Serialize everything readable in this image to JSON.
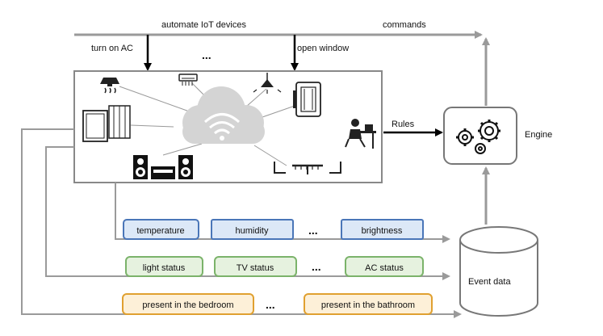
{
  "top": {
    "automate_label": "automate IoT devices",
    "commands_label": "commands",
    "turn_on_ac_label": "turn on AC",
    "open_window_label": "open window",
    "ellipsis": "..."
  },
  "rules_label": "Rules",
  "engine_label": "Engine",
  "event_data_label": "Event data",
  "rows": {
    "sensors": {
      "items": [
        "temperature",
        "humidity",
        "brightness"
      ],
      "ellipsis": "...",
      "stroke": "#4a76b8",
      "fill": "#dce8f7"
    },
    "status": {
      "items": [
        "light  status",
        "TV  status",
        "AC status"
      ],
      "ellipsis": "...",
      "stroke": "#7bb36a",
      "fill": "#e6f2df"
    },
    "presence": {
      "items": [
        "present in the bedroom",
        "present in the bathroom"
      ],
      "ellipsis": "...",
      "stroke": "#e0a030",
      "fill": "#fdf0d8"
    }
  },
  "colors": {
    "arrow_gray": "#9a9a9a",
    "cloud": "#d4d4d4",
    "black": "#000000"
  }
}
